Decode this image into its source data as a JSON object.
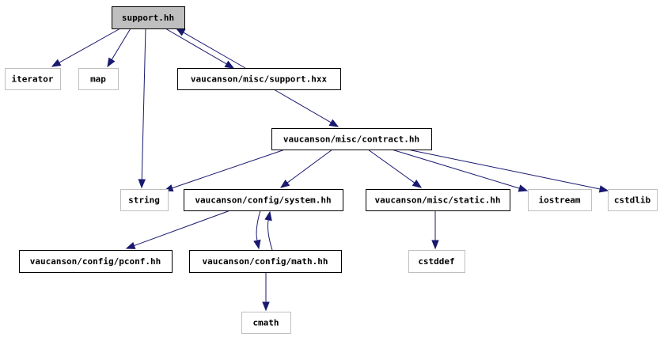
{
  "colors": {
    "edge": "#191970",
    "root_fill": "#bfbfbf",
    "root_border": "#000000",
    "internal_border": "#000000",
    "external_border": "#bfbfbf",
    "node_fill": "#ffffff"
  },
  "nodes": [
    {
      "id": "support_hh",
      "label": "support.hh",
      "kind": "root"
    },
    {
      "id": "iterator",
      "label": "iterator",
      "kind": "external"
    },
    {
      "id": "map",
      "label": "map",
      "kind": "external"
    },
    {
      "id": "support_hxx",
      "label": "vaucanson/misc/support.hxx",
      "kind": "internal"
    },
    {
      "id": "contract_hh",
      "label": "vaucanson/misc/contract.hh",
      "kind": "internal"
    },
    {
      "id": "string",
      "label": "string",
      "kind": "external"
    },
    {
      "id": "system_hh",
      "label": "vaucanson/config/system.hh",
      "kind": "internal"
    },
    {
      "id": "static_hh",
      "label": "vaucanson/misc/static.hh",
      "kind": "internal"
    },
    {
      "id": "iostream",
      "label": "iostream",
      "kind": "external"
    },
    {
      "id": "cstdlib",
      "label": "cstdlib",
      "kind": "external"
    },
    {
      "id": "pconf_hh",
      "label": "vaucanson/config/pconf.hh",
      "kind": "internal"
    },
    {
      "id": "math_hh",
      "label": "vaucanson/config/math.hh",
      "kind": "internal"
    },
    {
      "id": "cstddef",
      "label": "cstddef",
      "kind": "external"
    },
    {
      "id": "cmath",
      "label": "cmath",
      "kind": "external"
    }
  ],
  "edges": [
    {
      "from": "support_hh",
      "to": "iterator"
    },
    {
      "from": "support_hh",
      "to": "map"
    },
    {
      "from": "support_hh",
      "to": "string"
    },
    {
      "from": "support_hh",
      "to": "support_hxx"
    },
    {
      "from": "support_hxx",
      "to": "support_hh"
    },
    {
      "from": "support_hxx",
      "to": "contract_hh"
    },
    {
      "from": "contract_hh",
      "to": "string"
    },
    {
      "from": "contract_hh",
      "to": "system_hh"
    },
    {
      "from": "contract_hh",
      "to": "static_hh"
    },
    {
      "from": "contract_hh",
      "to": "iostream"
    },
    {
      "from": "contract_hh",
      "to": "cstdlib"
    },
    {
      "from": "system_hh",
      "to": "pconf_hh"
    },
    {
      "from": "system_hh",
      "to": "math_hh"
    },
    {
      "from": "math_hh",
      "to": "system_hh"
    },
    {
      "from": "math_hh",
      "to": "cmath"
    },
    {
      "from": "static_hh",
      "to": "cstddef"
    }
  ]
}
